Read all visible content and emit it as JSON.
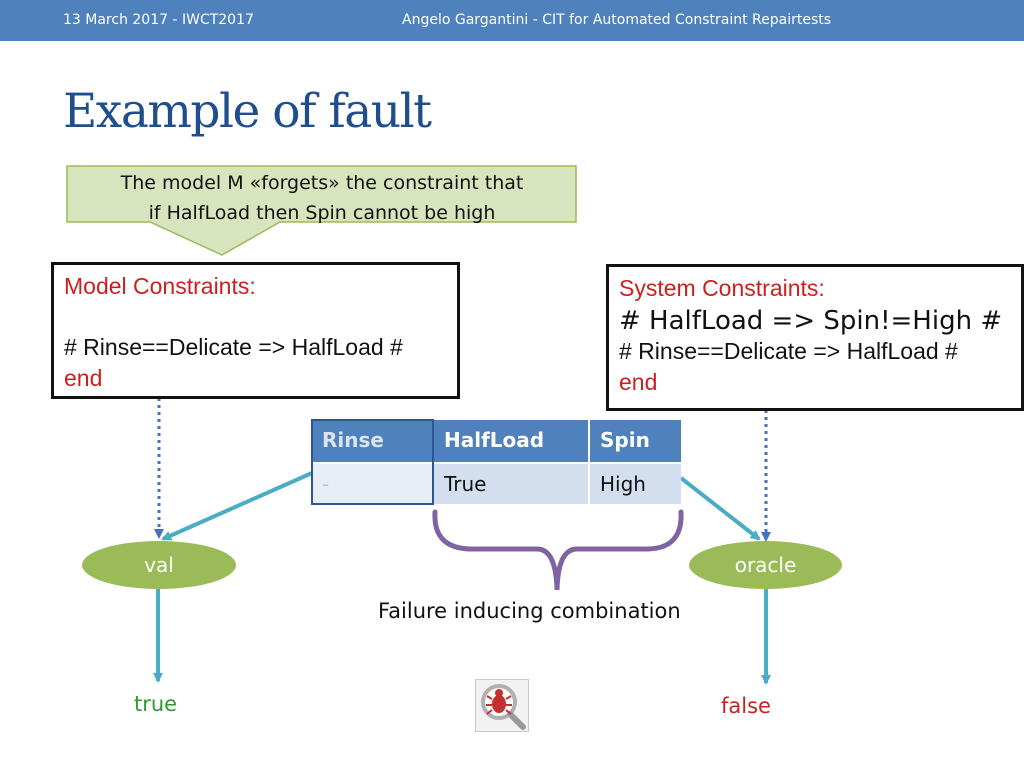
{
  "header": {
    "left": "13 March 2017 - IWCT2017",
    "center": "Angelo Gargantini -  CIT for Automated Constraint Repairtests"
  },
  "title": "Example of fault",
  "callout": {
    "line1": "The model M «forgets» the constraint that",
    "line2": "if HalfLoad then Spin cannot be high"
  },
  "model_box": {
    "heading": "Model Constraints:",
    "line1": "# Rinse==Delicate => HalfLoad #",
    "end": "end"
  },
  "system_box": {
    "heading": "System Constraints:",
    "line1": "# HalfLoad => Spin!=High #",
    "line2": "# Rinse==Delicate => HalfLoad #",
    "end": "end"
  },
  "table": {
    "headers": [
      "Rinse",
      "HalfLoad",
      "Spin"
    ],
    "row": [
      "-",
      "True",
      "High"
    ]
  },
  "nodes": {
    "left": "val",
    "right": "oracle"
  },
  "results": {
    "left": "true",
    "right": "false"
  },
  "brace_label": "Failure inducing combination",
  "icons": {
    "bug": "bug-magnifier-icon"
  },
  "colors": {
    "header_bar": "#4f81bd",
    "title": "#1f4e8c",
    "callout_fill": "#d7e4bd",
    "callout_border": "#9bbb59",
    "node_fill": "#9bbb59",
    "arrow_teal": "#4bacc6",
    "dotted_blue": "#4472c4",
    "brace_purple": "#8064a2",
    "red_text": "#cc1f1f",
    "true_green": "#2e9a2e"
  }
}
